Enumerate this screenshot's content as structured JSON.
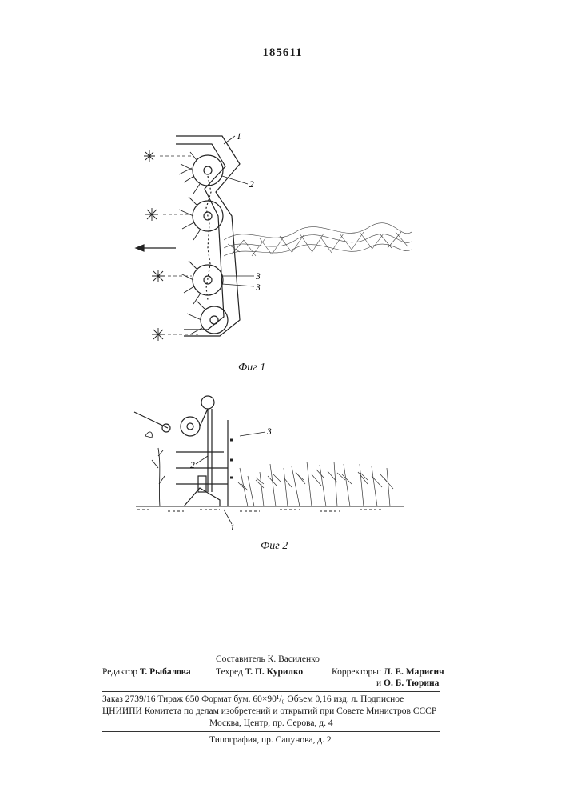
{
  "patent_number": "185611",
  "figures": [
    {
      "caption": "Фиг 1",
      "labels": [
        "1",
        "2",
        "3",
        "3"
      ]
    },
    {
      "caption": "Фиг 2",
      "labels": [
        "3",
        "2",
        "1"
      ]
    }
  ],
  "imprint": {
    "compiler": "Составитель К. Василенко",
    "editor_label": "Редактор",
    "editor_name": "Т. Рыбалова",
    "techred_label": "Техред",
    "techred_name": "Т. П. Курилко",
    "correctors_label": "Корректоры:",
    "corrector_1": "Л. Е. Марисич",
    "corrector_2_prefix": "и",
    "corrector_2": "О. Б. Тюрина",
    "order_line": "Заказ 2739/16   Тираж 650   Формат бум. 60×90¹/₈   Объем 0,16 изд. л.   Подписное",
    "institute_line": "ЦНИИПИ Комитета по делам изобретений и открытий при Совете Министров СССР",
    "address_line": "Москва, Центр, пр. Серова, д. 4",
    "printer_line": "Типография, пр. Сапунова, д. 2"
  }
}
